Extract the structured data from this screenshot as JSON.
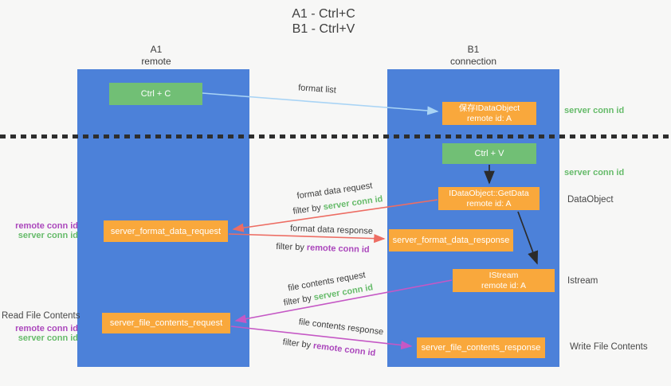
{
  "title": {
    "line1": "A1 - Ctrl+C",
    "line2": "B1 - Ctrl+V"
  },
  "columns": {
    "a1": {
      "name": "A1",
      "subtitle": "remote"
    },
    "b1": {
      "name": "B1",
      "subtitle": "connection"
    }
  },
  "nodes": {
    "ctrl_c": {
      "label": "Ctrl + C"
    },
    "save_idataobject": {
      "line1": "保存IDataObject",
      "line2": "remote id: A"
    },
    "ctrl_v": {
      "label": "Ctrl + V"
    },
    "getdata": {
      "line1": "IDataObject::GetData",
      "line2": "remote id: A"
    },
    "format_request": {
      "label": "server_format_data_request"
    },
    "format_response": {
      "label": "server_format_data_response"
    },
    "istream": {
      "line1": "IStream",
      "line2": "remote id: A"
    },
    "file_request": {
      "label": "server_file_contents_request"
    },
    "file_response": {
      "label": "server_file_contents_response"
    }
  },
  "edges": {
    "format_list": {
      "label": "format list"
    },
    "format_data_request": {
      "label": "format data request",
      "filter_prefix": "filter by",
      "filter_value": "server conn id"
    },
    "format_data_response": {
      "label": "format data response",
      "filter_prefix": "filter by",
      "filter_value": "remote conn id"
    },
    "file_contents_request": {
      "label": "file contents request",
      "filter_prefix": "filter by",
      "filter_value": "server conn id"
    },
    "file_contents_response": {
      "label": "file contents response",
      "filter_prefix": "filter by",
      "filter_value": "remote conn id"
    }
  },
  "annotations": {
    "right": {
      "server_conn_id_top": "server conn id",
      "server_conn_id_mid": "server conn id",
      "dataobject": "DataObject",
      "istream": "Istream",
      "write_file_contents": "Write File Contents"
    },
    "left": {
      "format_remote": "remote conn id",
      "format_server": "server conn id",
      "read_file_contents": "Read File Contents",
      "file_remote": "remote conn id",
      "file_server": "server conn id"
    }
  },
  "colors": {
    "column_blue": "#4c81d9",
    "box_green": "#71bf75",
    "box_orange": "#f9a83c",
    "arrow_light_blue": "#a9d4f5",
    "arrow_red": "#ed6d63",
    "arrow_magenta": "#c558c5",
    "arrow_black": "#2b2b2b",
    "text_green": "#66bb6a",
    "text_purple": "#ab47bc"
  }
}
